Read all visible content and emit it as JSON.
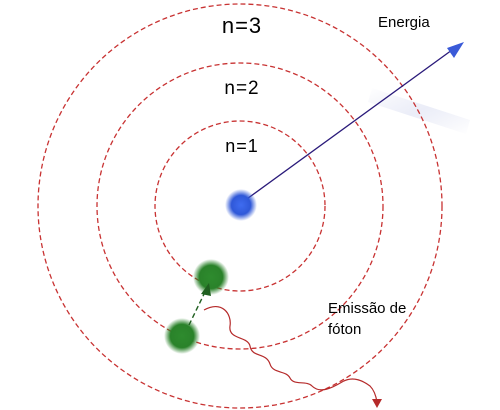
{
  "diagram": {
    "orbits": [
      {
        "label": "n=1"
      },
      {
        "label": "n=2"
      },
      {
        "label": "n=3"
      }
    ],
    "energy_label": "Energia",
    "emission_label_line1": "Emissão de",
    "emission_label_line2": "fóton",
    "colors": {
      "orbit": "#c83232",
      "nucleus": "#2f58d8",
      "electron": "#2e8b2e",
      "energy_arrow": "#2a1a7a",
      "energy_arrowhead": "#3a5ad8",
      "photon": "#b52a2a",
      "transition_arrow": "#1f5f1f"
    }
  }
}
